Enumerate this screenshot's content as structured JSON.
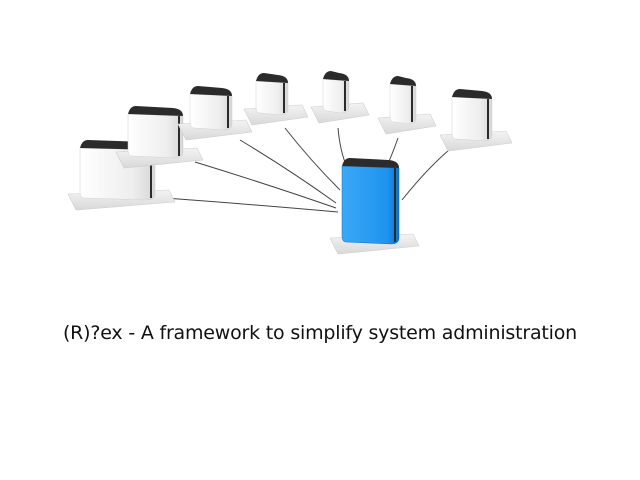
{
  "slide": {
    "caption": "(R)?ex - A framework to simplify system administration",
    "illustration": {
      "description": "network of servers connected to a central server",
      "hub_color": "#2a9df4",
      "node_color": "#f2f2f2",
      "cap_color": "#2b2b2b",
      "node_count": 7,
      "hub_count": 1
    }
  }
}
